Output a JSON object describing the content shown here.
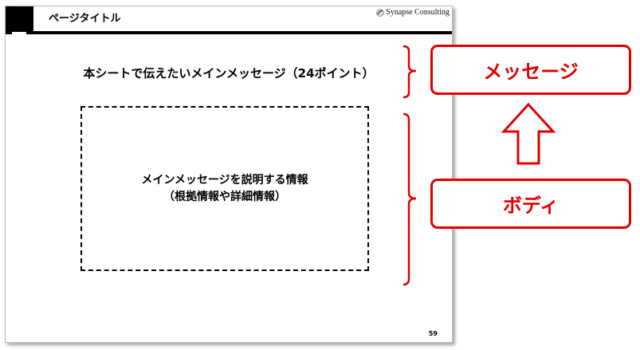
{
  "slide": {
    "page_title": "ページタイトル",
    "logo_text": "Synapse Consulting",
    "main_message": "本シートで伝えたいメインメッセージ（24ポイント）",
    "body_lines": [
      "メインメッセージを説明する情報",
      "（根拠情報や詳細情報）"
    ],
    "page_number": "59"
  },
  "annotations": {
    "message_label": "メッセージ",
    "body_label": "ボディ",
    "accent_color": "#e00000"
  }
}
